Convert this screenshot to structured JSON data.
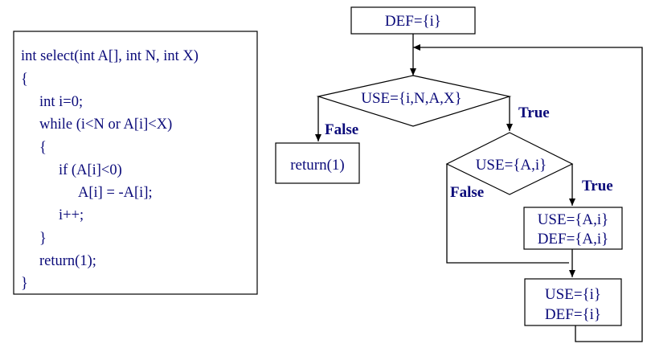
{
  "code_listing": {
    "lines": [
      "int select(int A[], int N, int X)",
      "{",
      "int i=0;",
      "while (i<N or A[i]<X)",
      "{",
      "if (A[i]<0)",
      "A[i] = -A[i];",
      "i++;",
      "}",
      "return(1);",
      "}"
    ]
  },
  "flowchart": {
    "def_node": "DEF={i}",
    "loop_condition": "USE={i,N,A,X}",
    "return_node": "return(1)",
    "if_condition": "USE={A,i}",
    "assign_node_use": "USE={A,i}",
    "assign_node_def": "DEF={A,i}",
    "increment_node_use": "USE={i}",
    "increment_node_def": "DEF={i}",
    "loop_false_label": "False",
    "loop_true_label": "True",
    "if_false_label": "False",
    "if_true_label": "True"
  }
}
